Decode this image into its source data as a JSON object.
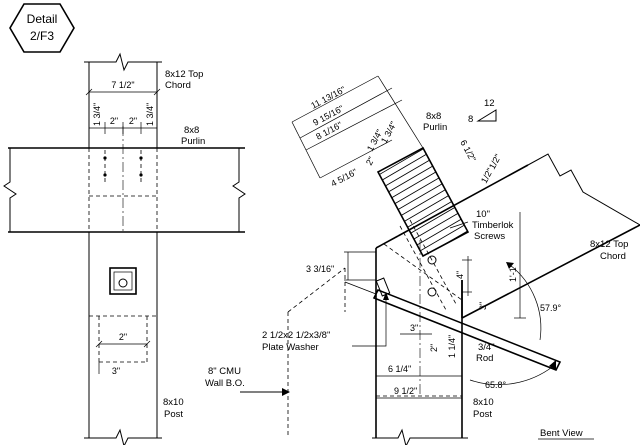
{
  "detail_tag": {
    "line1": "Detail",
    "line2": "2/F3"
  },
  "left_view": {
    "top_chord_label": {
      "line1": "8x12 Top",
      "line2": "Chord"
    },
    "purlin_label": {
      "line1": "8x8",
      "line2": "Purlin"
    },
    "post_label": {
      "line1": "8x10",
      "line2": "Post"
    },
    "dims": {
      "chord_width": "7 1/2\"",
      "edge_left": "1 3/4\"",
      "gap_left": "2\"",
      "gap_right": "2\"",
      "edge_right": "1 3/4\"",
      "washer": "2\"",
      "washer_edge": "3\""
    }
  },
  "right_view": {
    "purlin_label": {
      "line1": "8x8",
      "line2": "Purlin"
    },
    "slope": {
      "rise": "12",
      "run": "8"
    },
    "screws_label": {
      "line1": "10\"",
      "line2": "Timberlok",
      "line3": "Screws"
    },
    "top_chord_label": {
      "line1": "8x12 Top",
      "line2": "Chord"
    },
    "washer_label": {
      "line1": "2 1/2x2 1/2x3/8\"",
      "line2": "Plate Washer"
    },
    "cmu_label": {
      "line1": "8\" CMU",
      "line2": "Wall B.O."
    },
    "rod_label": {
      "line1": "3/4\"",
      "line2": "Rod"
    },
    "post_label": {
      "line1": "8x10",
      "line2": "Post"
    },
    "angle_upper": "57.9°",
    "angle_lower": "65.8°",
    "dims": {
      "d1": "11 13/16\"",
      "d2": "9 15/16\"",
      "d3": "8 1/16\"",
      "d4": "1 3/4\"",
      "d5": "1 3/4\"",
      "d6": "4 5/16\"",
      "d7": "2\"",
      "d8": "6 1/2\"",
      "d9": "1/2\"",
      "d10": "1/2\"",
      "d11": "3 3/16\"",
      "d12": "4\"",
      "d13": "1'-1\"",
      "d14": "3\"",
      "d15": "3\"",
      "d16": "2\"",
      "d17": "1 1/4\"",
      "d18": "6 1/4\"",
      "d19": "9 1/2\""
    },
    "view_title": "Bent View"
  }
}
